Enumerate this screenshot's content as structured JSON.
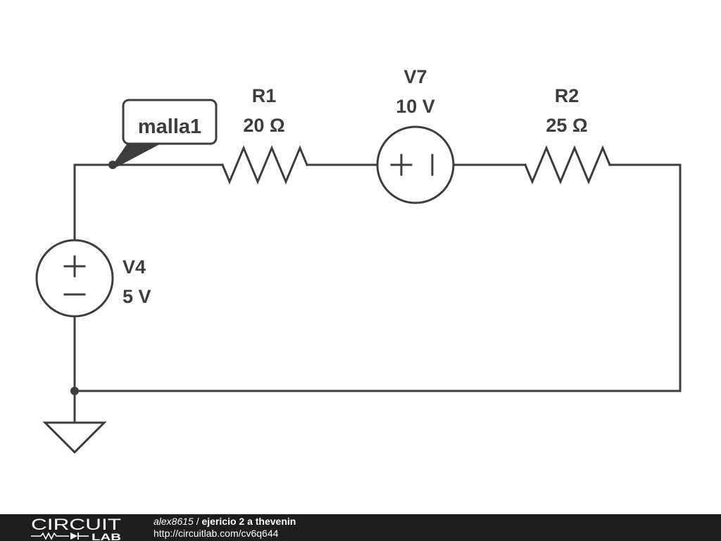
{
  "components": {
    "r1": {
      "name": "R1",
      "value": "20 Ω"
    },
    "v7": {
      "name": "V7",
      "value": "10 V"
    },
    "r2": {
      "name": "R2",
      "value": "25 Ω"
    },
    "v4": {
      "name": "V4",
      "value": "5 V"
    }
  },
  "net_label": "malla1",
  "footer": {
    "logo_top": "CIRCUIT",
    "logo_bottom": "LAB",
    "author": "alex8615",
    "separator": " / ",
    "title": "ejericio 2 a thevenin",
    "url": "http://circuitlab.com/cv6q644"
  },
  "colors": {
    "ink": "#3d3d3d",
    "footer_bg": "#1e1e1e",
    "footer_text": "#ffffff"
  }
}
